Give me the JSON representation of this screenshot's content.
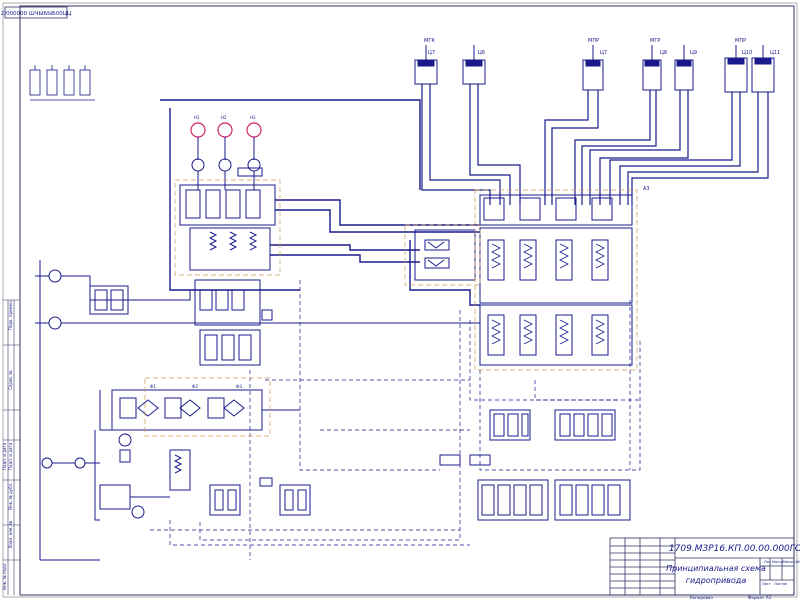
{
  "sheet": {
    "top_stamp": "2/000000 ШЧЫБЫБ00ЦЦ",
    "doc_number": "1709.МЗР16.КП.00.00.000ГС",
    "title_line1": "Принципиальная схема",
    "title_line2": "гидропривода",
    "stage_label": "Лит.",
    "mass_label": "Масса",
    "scale_label": "Масштаб",
    "sheet_label": "Лист",
    "sheets_label": "Листов",
    "copied_label": "Копировал",
    "format_label": "Формат",
    "format_value": "А1",
    "side_labels": [
      "Перв. примен.",
      "Справ. №",
      "Подп. и дата",
      "Инв. № дубл.",
      "Взам. инв. №",
      "Подп. и дата",
      "Инв. № подл."
    ]
  },
  "consumers": {
    "cyl_labels": [
      "Ц7",
      "Ц6",
      "Ц7",
      "Ц8",
      "Ц9",
      "Ц10",
      "Ц11"
    ],
    "group_labels": [
      "МГК",
      "МПР",
      "МГР",
      "МПР"
    ],
    "valve_block": "А3"
  },
  "pumps": {
    "labels": [
      "Н1",
      "Н2",
      "Н3"
    ],
    "filters": [
      "Ф1",
      "Ф2",
      "Ф3"
    ]
  },
  "colors": {
    "line": "#1a1a8c",
    "thin": "#3a3a9a",
    "frame": "#333366",
    "motor": "#cc2266",
    "dash": "#cc9955"
  }
}
